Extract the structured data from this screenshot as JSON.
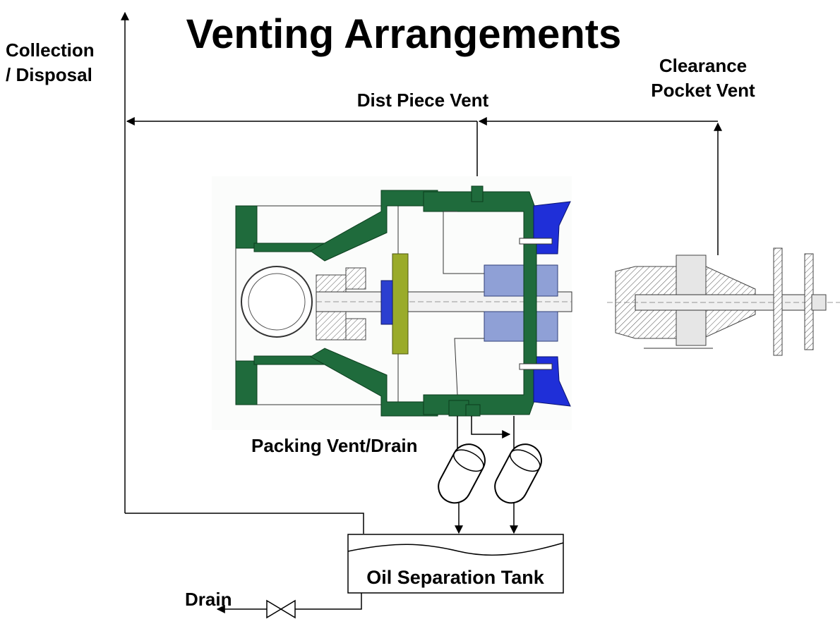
{
  "title": "Venting Arrangements",
  "labels": {
    "collection_line1": "Collection",
    "collection_line2": "/ Disposal",
    "dist_piece_vent": "Dist Piece Vent",
    "clearance_line1": "Clearance",
    "clearance_line2": "Pocket Vent",
    "packing_vent_drain": "Packing Vent/Drain",
    "oil_separation_tank": "Oil Separation Tank",
    "drain": "Drain"
  },
  "colors": {
    "casing_green": "#1f6b3c",
    "cylinder_blue": "#1f2fd8",
    "packing_blue": "#8fa0d6",
    "spacer_olive": "#9aab2a"
  }
}
